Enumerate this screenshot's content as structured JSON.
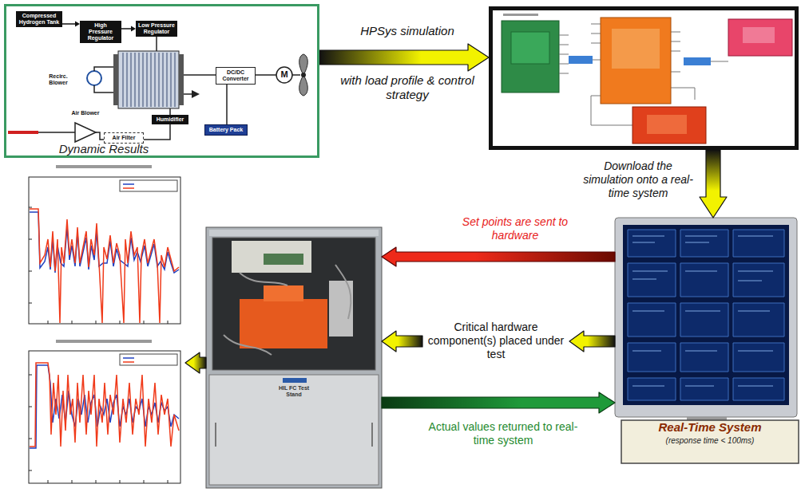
{
  "diagram": {
    "nodes": [
      {
        "text": []
      },
      {
        "text": [
          "Compressed Hydrogen Tank"
        ],
        "in": 0
      },
      {
        "text": [
          "High Pressure Regulator"
        ],
        "in": 0
      },
      {
        "text": [
          "Low Pressure Regulator"
        ],
        "in": 0
      },
      {
        "text": [
          "Humidifier"
        ],
        "in": 0
      },
      {
        "text": [
          "DC/DC Converter"
        ],
        "in": 0
      },
      {
        "text": [
          "Battery Pack"
        ],
        "in": 0
      },
      {
        "text": [
          "Air Filter"
        ],
        "in": 0
      },
      {
        "text": []
      },
      {
        "text": [
          "Real-Time System",
          "(response time < 100ms)"
        ]
      },
      {
        "text": [
          "HIL FC Test Stand"
        ]
      },
      {
        "text": [
          "Dynamic Results"
        ]
      }
    ],
    "edges": [
      {
        "from": 1,
        "to": 2,
        "arrow": "to"
      },
      {
        "from": 2,
        "to": 3,
        "arrow": "to"
      },
      {
        "from": 0,
        "to": 8,
        "label": "HPSys simulation",
        "arrow": "to"
      },
      {
        "from": 8,
        "to": 9,
        "label": "Download the simulation onto a real-time system",
        "arrow": "to"
      },
      {
        "from": 9,
        "to": 10,
        "label": "Set points are sent to hardware",
        "arrow": "to"
      },
      {
        "from": 9,
        "to": 10,
        "label": "Critical hardware component(s) placed under test",
        "arrow": "to"
      },
      {
        "from": 10,
        "to": 9,
        "label": "Actual values returned to real-time system",
        "arrow": "to"
      },
      {
        "from": 10,
        "to": 11,
        "arrow": "to"
      }
    ],
    "labels": [
      "with load profile & control strategy",
      "Recirc. Blower",
      "Air Blower",
      "M"
    ]
  }
}
